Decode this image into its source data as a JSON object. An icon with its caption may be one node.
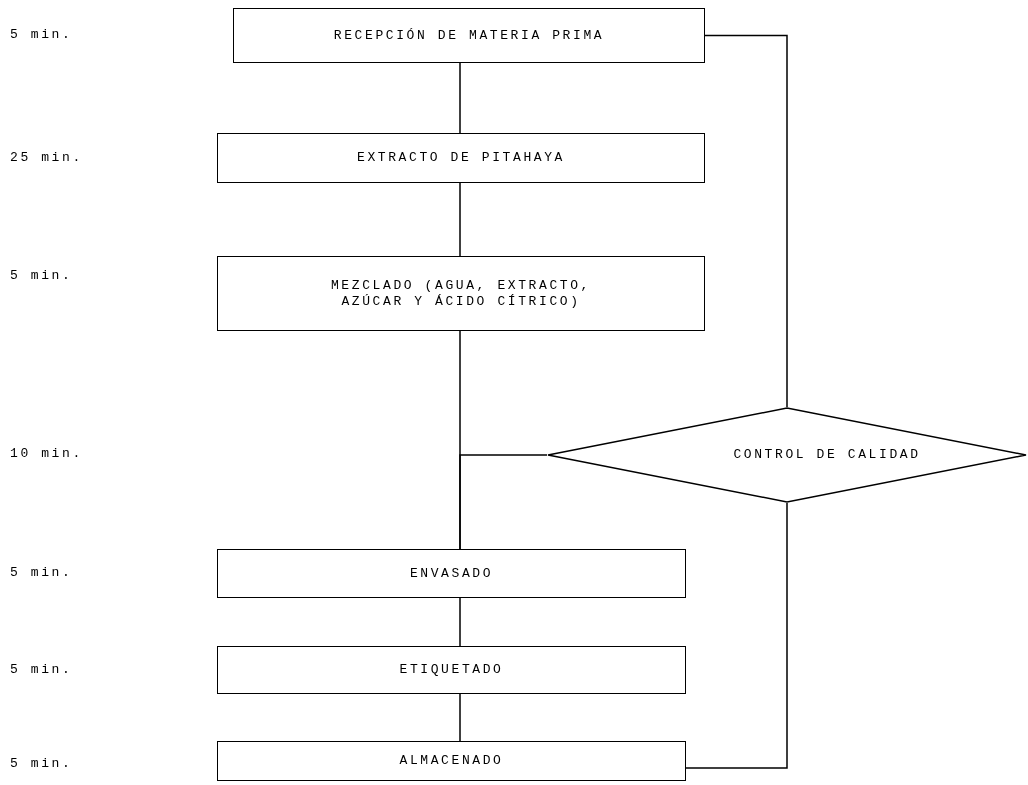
{
  "diagram": {
    "nodes": [
      {
        "text": [
          "RECEPCIÓN DE MATERIA PRIMA"
        ]
      },
      {
        "text": [
          "EXTRACTO DE PITAHAYA"
        ]
      },
      {
        "text": [
          "MEZCLADO (AGUA, EXTRACTO, AZÚCAR Y ÁCIDO CÍTRICO)"
        ]
      },
      {
        "text": [
          "CONTROL DE CALIDAD"
        ]
      },
      {
        "text": [
          "ENVASADO"
        ]
      },
      {
        "text": [
          "ETIQUETADO"
        ]
      },
      {
        "text": [
          "ALMACENADO"
        ]
      }
    ],
    "edges": [
      {
        "from": 0,
        "to": 1,
        "arrow": "none"
      },
      {
        "from": 1,
        "to": 2,
        "arrow": "none"
      },
      {
        "from": 2,
        "to": 4,
        "arrow": "none"
      },
      {
        "from": 4,
        "to": 5,
        "arrow": "none"
      },
      {
        "from": 5,
        "to": 6,
        "arrow": "none"
      },
      {
        "from": 0,
        "to": 3,
        "arrow": "none"
      },
      {
        "from": 3,
        "to": 4,
        "arrow": "none"
      },
      {
        "from": 3,
        "to": 6,
        "arrow": "none"
      }
    ],
    "labels": [
      "5 min.",
      "25 min.",
      "5 min.",
      "10 min.",
      "5 min.",
      "5 min.",
      "5 min."
    ]
  }
}
